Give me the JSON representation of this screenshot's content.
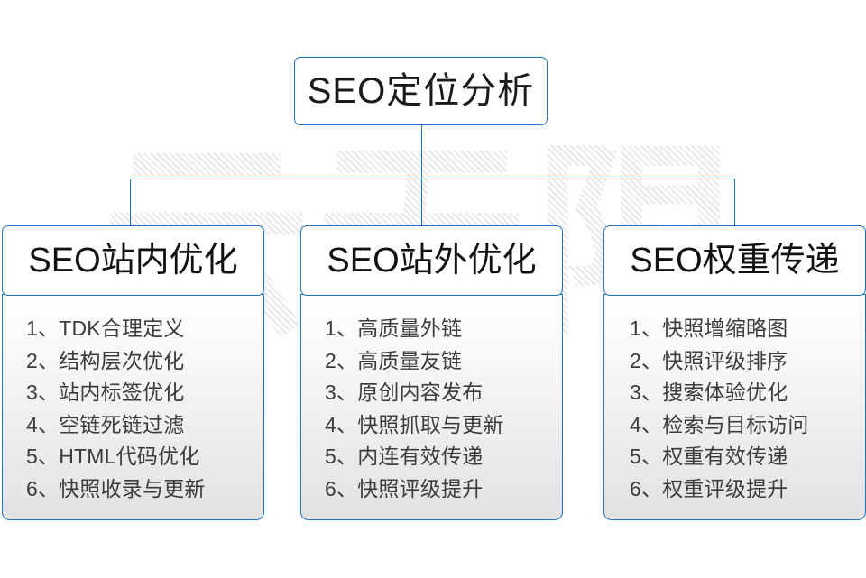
{
  "diagram": {
    "title": "SEO定位分析",
    "watermark": "云无限",
    "accent_color": "#1f72c0",
    "text_color": "#3c3c3c",
    "columns": [
      {
        "heading": "SEO站内优化",
        "items": [
          "1、TDK合理定义",
          "2、结构层次优化",
          "3、站内标签优化",
          "4、空链死链过滤",
          "5、HTML代码优化",
          "6、快照收录与更新"
        ]
      },
      {
        "heading": "SEO站外优化",
        "items": [
          "1、高质量外链",
          "2、高质量友链",
          "3、原创内容发布",
          "4、快照抓取与更新",
          "5、内连有效传递",
          "6、快照评级提升"
        ]
      },
      {
        "heading": "SEO权重传递",
        "items": [
          "1、快照增缩略图",
          "2、快照评级排序",
          "3、搜索体验优化",
          "4、检索与目标访问",
          "5、权重有效传递",
          "6、权重评级提升"
        ]
      }
    ]
  }
}
